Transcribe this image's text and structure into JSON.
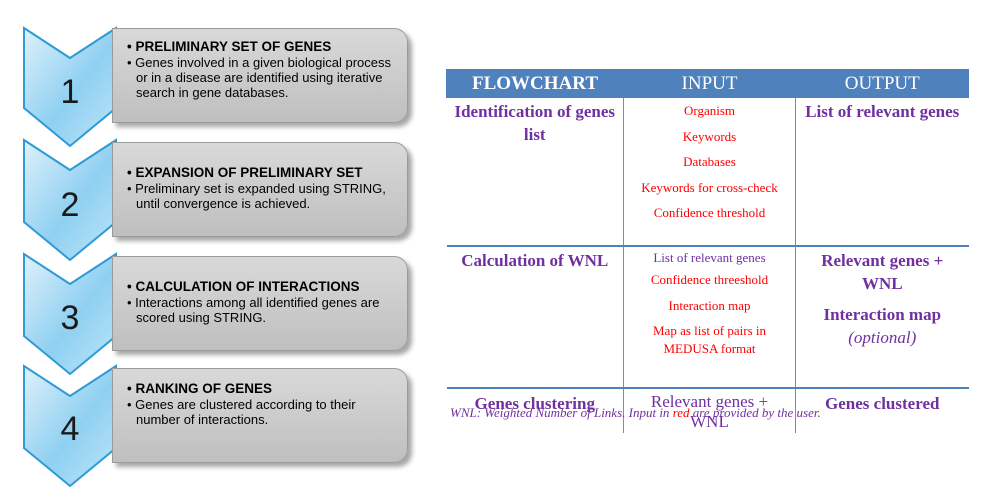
{
  "steps": [
    {
      "number": "1",
      "title": "• PRELIMINARY SET OF GENES",
      "body": "• Genes involved in a given biological process or in a disease are identified using iterative search in gene databases."
    },
    {
      "number": "2",
      "title": "• EXPANSION OF PRELIMINARY SET",
      "body": "• Preliminary set is expanded using STRING, until convergence is achieved."
    },
    {
      "number": "3",
      "title": "• CALCULATION OF INTERACTIONS",
      "body": "• Interactions among all identified genes are scored using STRING."
    },
    {
      "number": "4",
      "title": "• RANKING OF GENES",
      "body": "• Genes are clustered according to their number of interactions."
    }
  ],
  "table": {
    "headers": [
      "FLOWCHART",
      "INPUT",
      "OUTPUT"
    ],
    "row1": {
      "label": "Identification of genes list",
      "inputs": [
        "Organism",
        "Keywords",
        "Databases",
        "Keywords for cross-check",
        "Confidence threshold"
      ],
      "output": "List of relevant genes"
    },
    "row2": {
      "label": "Calculation of WNL",
      "input_first": "List of relevant genes",
      "inputs": [
        "Confidence threeshold",
        "Interaction map",
        "Map as list of pairs in MEDUSA format"
      ],
      "output1": "Relevant genes + WNL",
      "output2": "Interaction map",
      "output2_note": "(optional)"
    },
    "row3": {
      "label": "Genes clustering",
      "input": "Relevant genes + WNL",
      "output": "Genes clustered"
    }
  },
  "footnote": {
    "part1": "WNL: Weighted Number of Links. Input in ",
    "red_word": "red",
    "part2": " are provided by the user."
  },
  "colors": {
    "chevron": "#2e9ad6",
    "header": "#4f81bd",
    "purple": "#7030a0",
    "red": "#ff0000",
    "box": "#cfcfcf"
  }
}
